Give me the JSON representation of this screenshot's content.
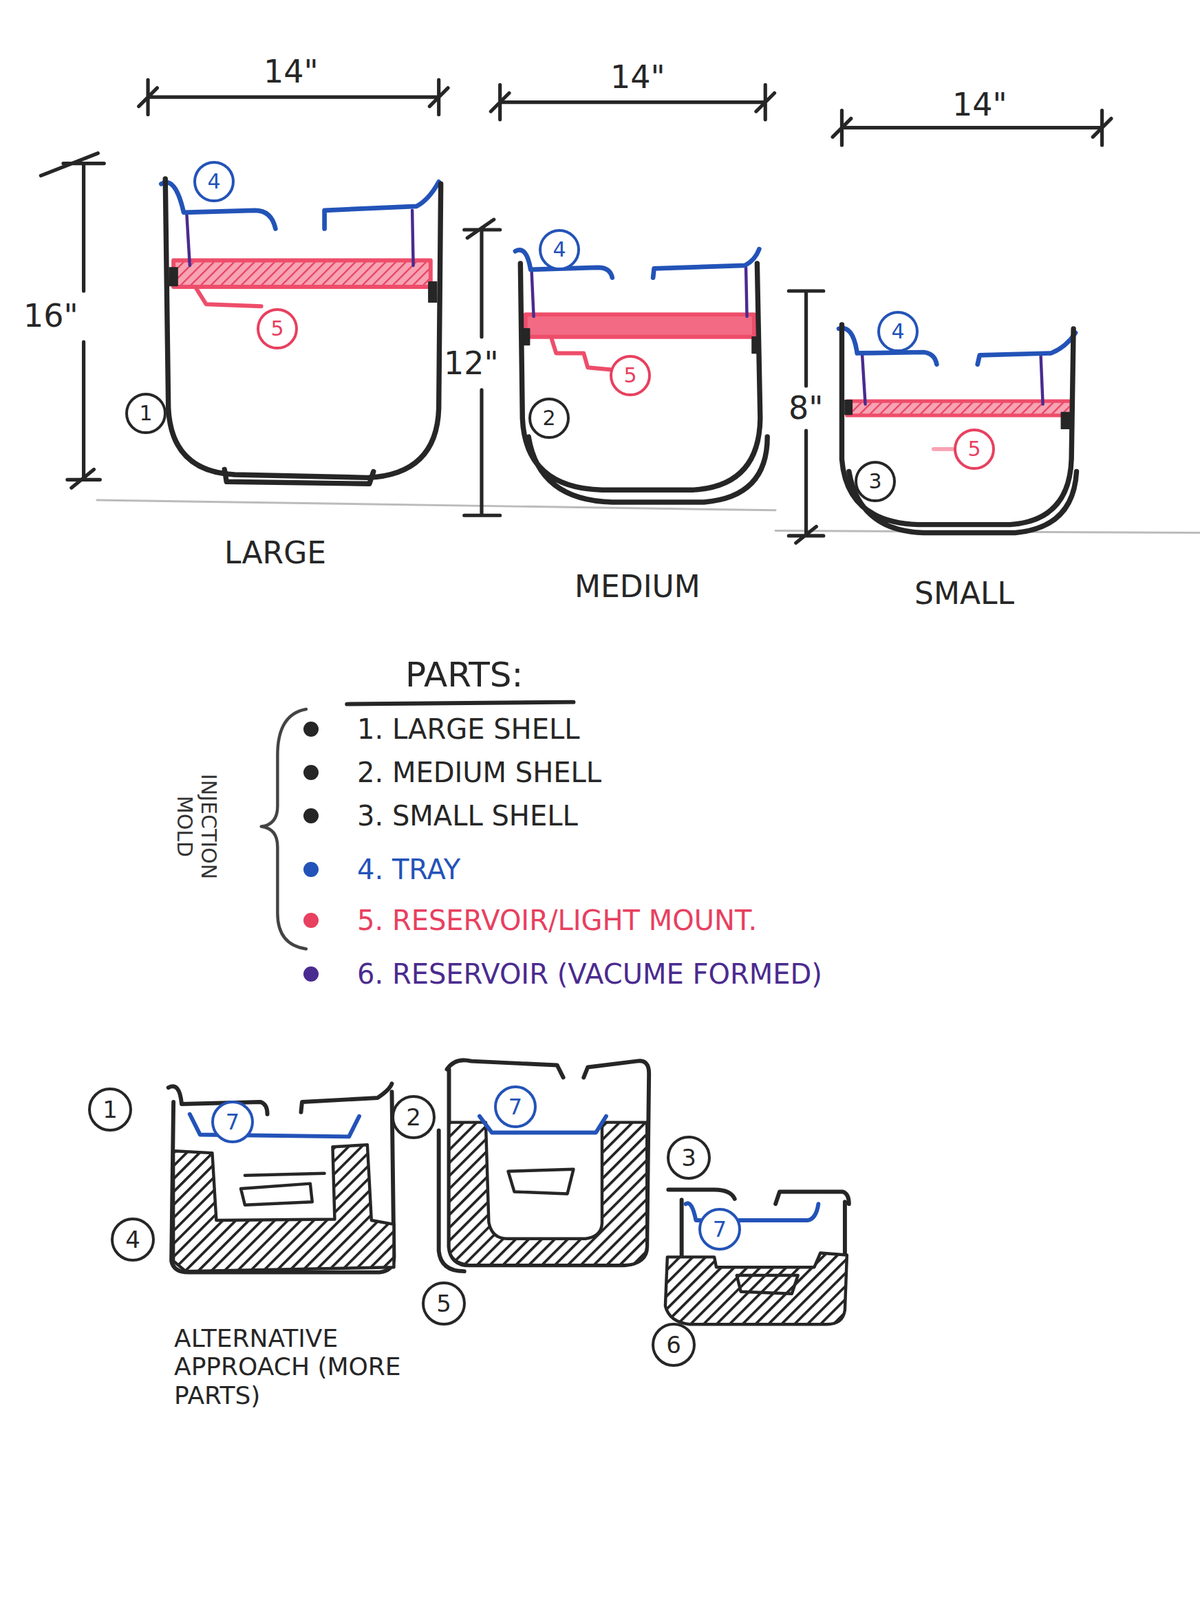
{
  "diagram": {
    "nodes": [
      {
        "text": [
          "4"
        ]
      },
      {
        "text": [
          "5"
        ]
      },
      {
        "text": [
          "1"
        ]
      },
      {
        "text": [
          "4"
        ]
      },
      {
        "text": [
          "5"
        ]
      },
      {
        "text": [
          "2"
        ]
      },
      {
        "text": [
          "4"
        ]
      },
      {
        "text": [
          "5"
        ]
      },
      {
        "text": [
          "3"
        ]
      },
      {
        "text": [
          "1"
        ]
      },
      {
        "text": [
          "7"
        ]
      },
      {
        "text": [
          "4"
        ]
      },
      {
        "text": [
          "2"
        ]
      },
      {
        "text": [
          "7"
        ]
      },
      {
        "text": [
          "5"
        ]
      },
      {
        "text": [
          "3"
        ]
      },
      {
        "text": [
          "7"
        ]
      },
      {
        "text": [
          "6"
        ]
      }
    ],
    "labels": [
      "14\"",
      "14\"",
      "14\"",
      "16\"",
      "12\"",
      "8\"",
      "LARGE",
      "MEDIUM",
      "SMALL",
      "PARTS:",
      "INJECTION MOLD",
      "ALTERNATIVE APPROACH (MORE PARTS)"
    ],
    "legend": [
      {
        "text": "1. LARGE SHELL",
        "color": "#262626"
      },
      {
        "text": "2. MEDIUM SHELL",
        "color": "#262626"
      },
      {
        "text": "3. SMALL SHELL",
        "color": "#262626"
      },
      {
        "text": "4. TRAY",
        "color": "#2353b8"
      },
      {
        "text": "5. RESERVOIR/LIGHT MOUNT.",
        "color": "#e8405f"
      },
      {
        "text": "6. RESERVOIR (VACUME FORMED)",
        "color": "#4a2b8f"
      }
    ]
  }
}
